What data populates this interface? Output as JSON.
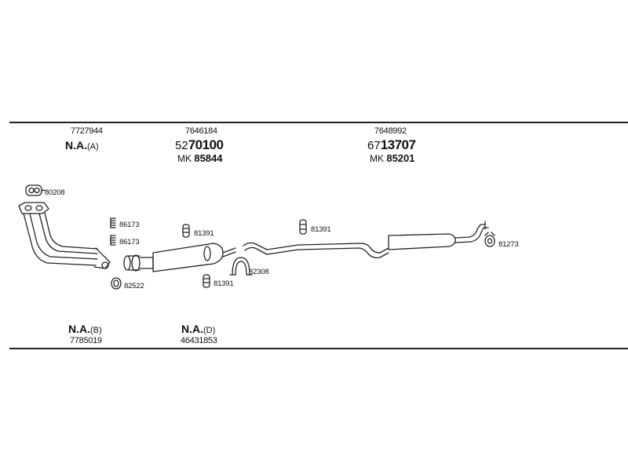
{
  "columns": {
    "a": {
      "part_no": "7727944",
      "na_label": "N.A.",
      "na_variant": "(A)"
    },
    "center": {
      "part_no": "7646184",
      "code_prefix": "52",
      "code_main": "70100",
      "mk_prefix": "MK",
      "mk_code": "85844"
    },
    "right": {
      "part_no": "7648992",
      "code_prefix": "67",
      "code_main": "13707",
      "mk_prefix": "MK",
      "mk_code": "85201"
    },
    "b": {
      "na_label": "N.A.",
      "na_variant": "(B)",
      "part_no": "7785019"
    },
    "d": {
      "na_label": "N.A.",
      "na_variant": "(D)",
      "part_no": "46431853"
    }
  },
  "parts": {
    "gasket_top": "80208",
    "spring_1": "86173",
    "spring_2": "86173",
    "ring_gasket": "82522",
    "hanger_center_top": "81391",
    "hanger_center_bottom": "81391",
    "clamp": "82308",
    "hanger_right": "81391",
    "hanger_rear": "81273"
  },
  "colors": {
    "line": "#222222",
    "background": "#ffffff"
  }
}
